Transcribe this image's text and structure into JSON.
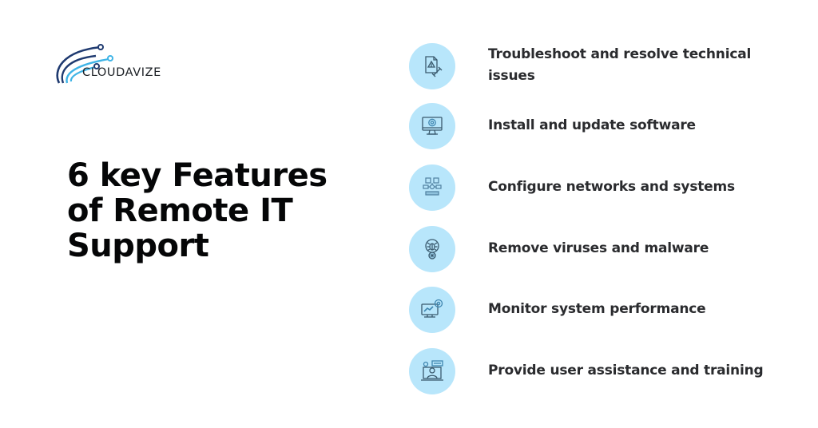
{
  "brand": {
    "name": "CLOUDAVIZE",
    "icon": "circuit-swoosh-logo-icon",
    "colors": {
      "dark_blue": "#1f3a70",
      "light_blue": "#3fb4e6",
      "text": "#1b1f24"
    }
  },
  "headline": {
    "lines": [
      "6 key Features",
      "of Remote IT",
      "Support"
    ]
  },
  "theme": {
    "circle_color": "#b8e6fb",
    "icon_stroke": "#3a5a6e",
    "text_color": "#2a2b2e",
    "headline_color": "#050607"
  },
  "features": [
    {
      "label": "Troubleshoot and resolve technical issues",
      "icon": "warning-document-wrench-icon"
    },
    {
      "label": "Install and update software",
      "icon": "monitor-gear-icon"
    },
    {
      "label": "Configure networks and systems",
      "icon": "network-hierarchy-icon"
    },
    {
      "label": "Remove viruses and malware",
      "icon": "bug-shield-icon"
    },
    {
      "label": "Monitor system performance",
      "icon": "monitor-performance-gear-icon"
    },
    {
      "label": "Provide user assistance and training",
      "icon": "laptop-support-agent-icon"
    }
  ]
}
